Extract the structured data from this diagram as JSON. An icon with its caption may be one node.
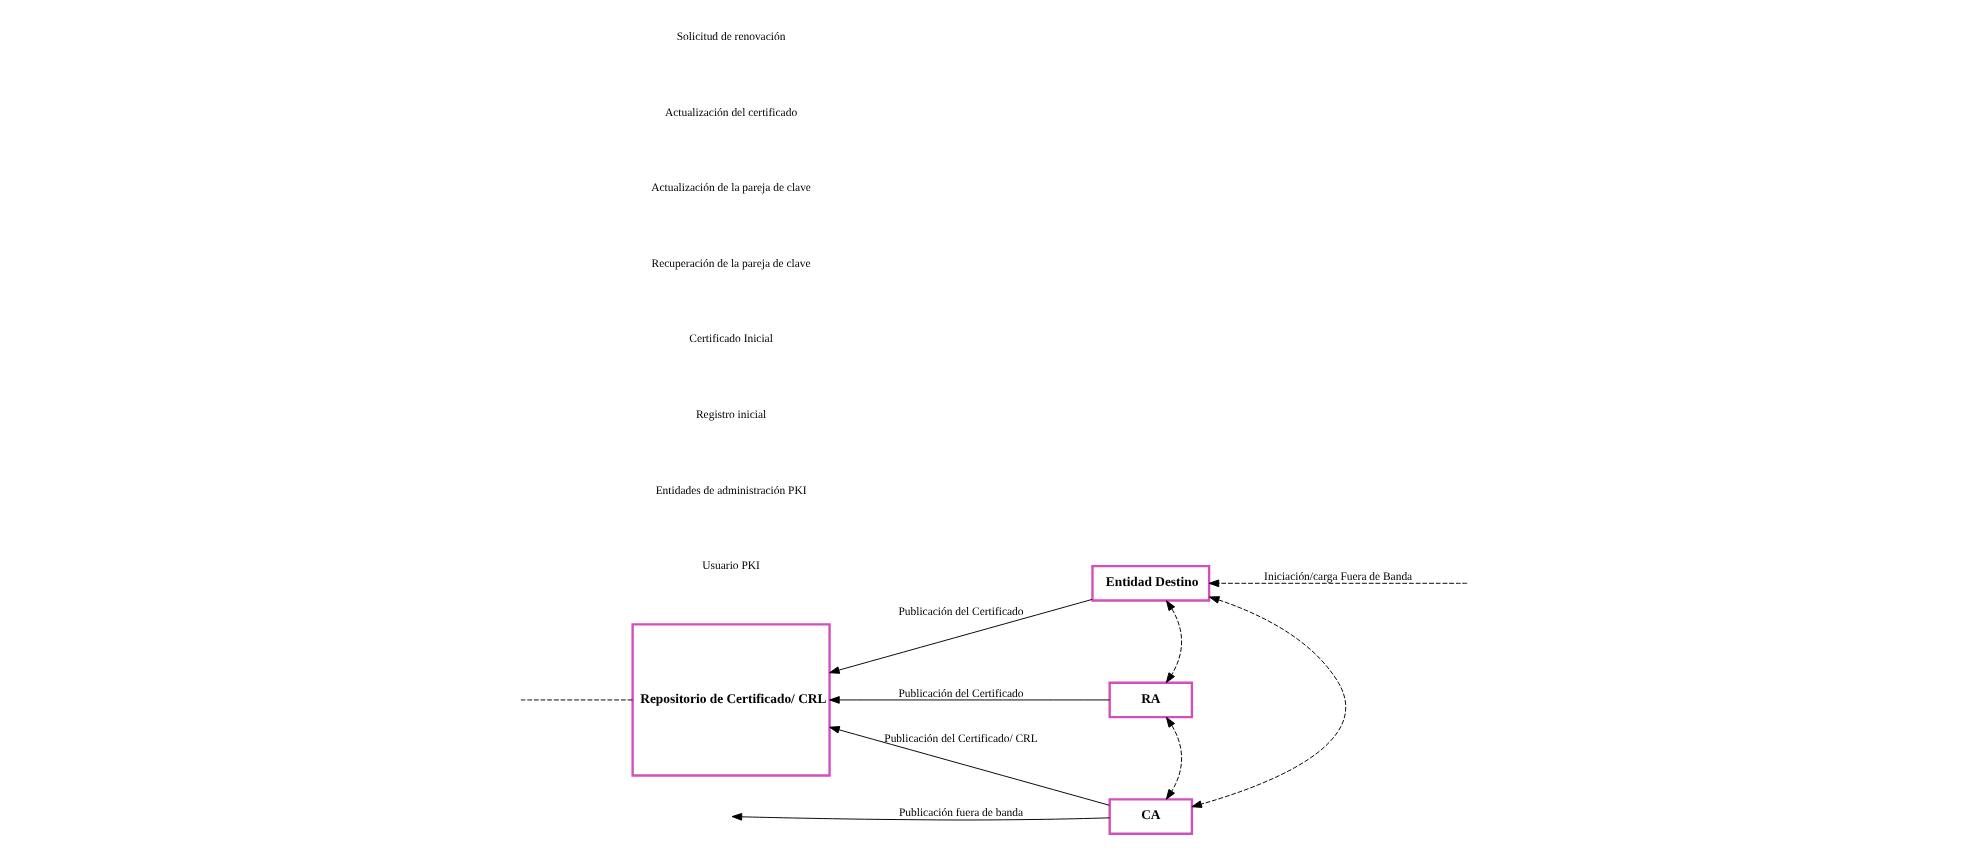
{
  "diagram": {
    "nodes": [
      {
        "text": [
          "Repositorio de Certificado/ CRL"
        ]
      },
      {
        "text": [
          "Entidad Destino"
        ]
      },
      {
        "text": [
          "RA"
        ]
      },
      {
        "text": [
          "CA"
        ]
      }
    ],
    "edges": [
      {
        "from": 1,
        "to": 0,
        "arrow": "to",
        "label": "Publicación del Certificado"
      },
      {
        "from": null,
        "to": 1,
        "arrow": "to",
        "style": "dashed",
        "label": "Iniciación/carga Fuera de Banda"
      },
      {
        "from": 0,
        "to": null,
        "arrow": "none",
        "style": "dashed"
      },
      {
        "from": 1,
        "to": 2,
        "arrow": "both",
        "style": "dashed"
      },
      {
        "from": 1,
        "to": 3,
        "arrow": "both",
        "style": "dashed"
      },
      {
        "from": 2,
        "to": 0,
        "arrow": "to",
        "label": "Publicación del Certificado"
      },
      {
        "from": 2,
        "to": 3,
        "arrow": "both",
        "style": "dashed"
      },
      {
        "from": 3,
        "to": 0,
        "arrow": "to",
        "label": "Publicación del Certificado/ CRL"
      },
      {
        "from": 3,
        "to": null,
        "arrow": "to",
        "label": "Publicación fuera de banda"
      }
    ],
    "labels": [
      "Usuario PKI",
      "Entidades de administración PKI",
      "Registro inicial",
      "Certificado Inicial",
      "Recuperación de la pareja de clave",
      "Actualización de la pareja de clave",
      "Actualización del certificado",
      "Solicitud de renovación"
    ]
  }
}
